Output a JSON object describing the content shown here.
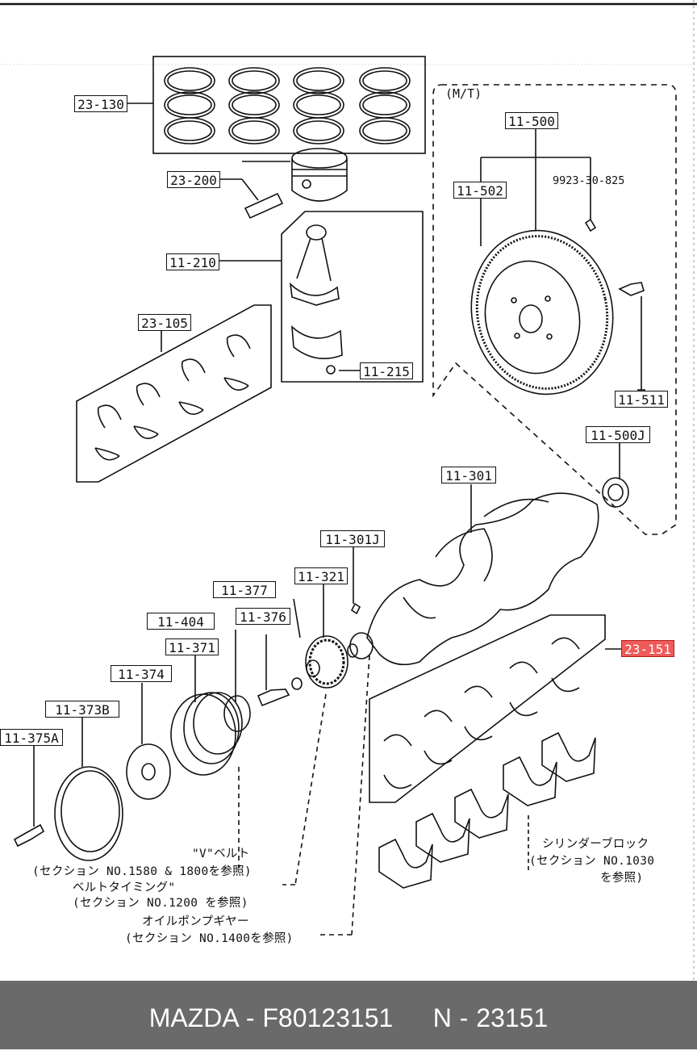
{
  "diagram": {
    "labels": {
      "piston_rings": "23-130",
      "piston": "23-200",
      "connecting_rod": "11-210",
      "rod_bearing": "23-105",
      "rod_nut": "11-215",
      "flywheel_assy": "11-500",
      "ring_gear": "11-502",
      "flywheel_bolt": "11-511",
      "pilot_bearing": "11-500J",
      "crankshaft": "11-301",
      "crank_key": "11-301J",
      "timing_gear": "11-321",
      "spacer": "11-377",
      "pulley_bolt": "11-376",
      "damper_pulley": "11-404",
      "pulley": "11-371",
      "plate": "11-374",
      "crank_pulley": "11-373B",
      "pulley_lock_bolt": "11-375A",
      "main_bearing": "23-151"
    },
    "plain": {
      "mt_section": "(M/T)",
      "dowel_pin": "9923-30-825"
    },
    "notes": {
      "vbelt_1": "\"V\"ベルト",
      "vbelt_2": "(セクション NO.1580 & 1800を参照)",
      "timing_1": "ベルトタイミング\"",
      "timing_2": "(セクション NO.1200 を参照)",
      "oilpump_1": "オイルポンプギヤー",
      "oilpump_2": "(セクション NO.1400を参照)",
      "block_1": "シリンダーブロック",
      "block_2": "(セクション NO.1030",
      "block_3": "を参照)"
    },
    "highlight_color": "#f05a5a"
  },
  "footer": {
    "text": "MAZDA - F80123151     N - 23151"
  }
}
